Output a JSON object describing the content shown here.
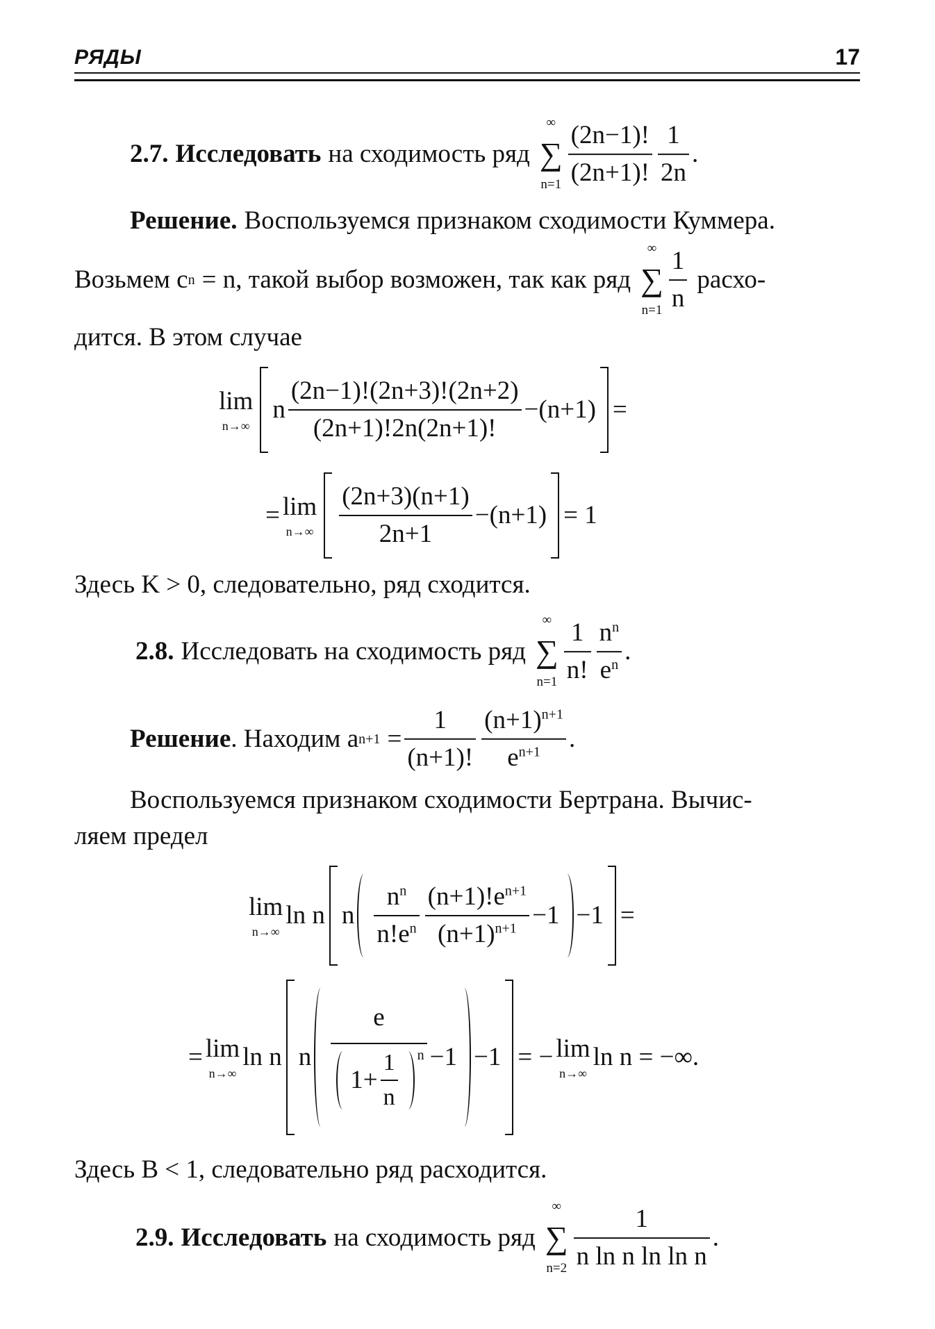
{
  "header": {
    "title": "РЯДЫ",
    "page_number": "17"
  },
  "p27": {
    "label": "2.7.",
    "bold": "Исследовать",
    "text": "на сходимость ряд",
    "sum_upper": "∞",
    "sum_op": "∑",
    "sum_lower": "n=1",
    "num1": "(2n−1)!",
    "den1": "(2n+1)!",
    "num2": "1",
    "den2": "2n",
    "end": ".",
    "sol_bold": "Решение.",
    "sol_text": "Воспользуемся признаком сходимости Куммера.",
    "line3_a": "Возьмем c",
    "line3_sub": "n",
    "line3_b": "= n, такой выбор возможен, так как ряд",
    "line3_sum_upper": "∞",
    "line3_sum_lower": "n=1",
    "line3_num": "1",
    "line3_den": "n",
    "line3_c": "расхо-",
    "line4": "дится. В этом случае",
    "eq1": {
      "lim": "lim",
      "lim_sub": "n→∞",
      "n": "n",
      "num": "(2n−1)!(2n+3)!(2n+2)",
      "den": "(2n+1)!2n(2n+1)!",
      "tail": "−(n+1)",
      "eq": "="
    },
    "eq2": {
      "eq": "=",
      "lim": "lim",
      "lim_sub": "n→∞",
      "num": "(2n+3)(n+1)",
      "den": "2n+1",
      "tail": "−(n+1)",
      "result": "= 1"
    },
    "conclusion": "Здесь K > 0, следовательно, ряд сходится."
  },
  "p28": {
    "label": "2.8.",
    "text": "Исследовать на сходимость ряд",
    "sum_upper": "∞",
    "sum_op": "∑",
    "sum_lower": "n=1",
    "num1": "1",
    "den1": "n!",
    "num2": "n",
    "num2_sup": "n",
    "den2": "e",
    "den2_sup": "n",
    "end": ".",
    "sol_bold": "Решение",
    "sol_text": ". Находим a",
    "sol_sub": "n+1",
    "sol_eq": "=",
    "f1_num": "1",
    "f1_den": "(n+1)!",
    "f2_num": "(n+1)",
    "f2_num_sup": "n+1",
    "f2_den": "e",
    "f2_den_sup": "n+1",
    "sol_end": ".",
    "text2": "Воспользуемся признаком сходимости Бертрана. Вычис-",
    "text3": "ляем предел",
    "eq3": {
      "lim": "lim",
      "lim_sub": "n→∞",
      "ln": "ln n",
      "n": "n",
      "a_num": "n",
      "a_num_sup": "n",
      "a_den": "n!e",
      "a_den_sup": "n",
      "b_num": "(n+1)!e",
      "b_num_sup": "n+1",
      "b_den": "(n+1)",
      "b_den_sup": "n+1",
      "minus1": "−1",
      "minus1b": "−1",
      "eq": "="
    },
    "eq4": {
      "eq": "=",
      "lim": "lim",
      "lim_sub": "n→∞",
      "ln": "ln n",
      "n": "n",
      "e": "e",
      "one_plus": "1+",
      "inner_num": "1",
      "inner_den": "n",
      "pow": "n",
      "minus1": "−1",
      "minus1b": "−1",
      "rhs": "= −",
      "lim2": "lim",
      "lim2_sub": "n→∞",
      "rhs2": "ln n = −∞."
    },
    "conclusion": "Здесь B < 1, следовательно ряд расходится."
  },
  "p29": {
    "label": "2.9.",
    "bold": "Исследовать",
    "text": "на сходимость ряд",
    "sum_upper": "∞",
    "sum_op": "∑",
    "sum_lower": "n=2",
    "num": "1",
    "den": "n ln n ln ln n",
    "end": "."
  }
}
